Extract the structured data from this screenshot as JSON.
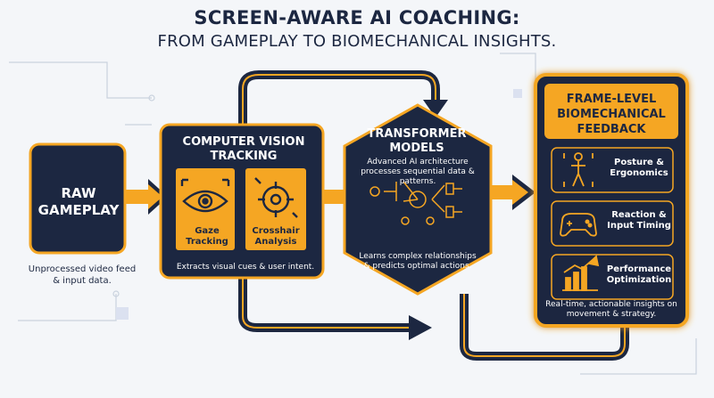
{
  "header": {
    "title": "SCREEN-AWARE AI COACHING:",
    "subtitle": "FROM GAMEPLAY TO BIOMECHANICAL INSIGHTS."
  },
  "raw": {
    "title": "RAW GAMEPLAY",
    "caption": "Unprocessed video feed & input data."
  },
  "cv": {
    "title": "COMPUTER VISION TRACKING",
    "gaze": "Gaze Tracking",
    "crosshair": "Crosshair Analysis",
    "caption": "Extracts visual cues & user intent."
  },
  "transformer": {
    "title": "TRANSFORMER MODELS",
    "description": "Advanced AI architecture processes sequential data & patterns.",
    "caption": "Learns complex relationships & predicts optimal actions."
  },
  "feedback": {
    "title": "FRAME-LEVEL BIOMECHANICAL FEEDBACK",
    "items": [
      "Posture & Ergonomics",
      "Reaction & Input Timing",
      "Performance Optimization"
    ],
    "caption": "Real-time, actionable insights on movement & strategy."
  },
  "colors": {
    "navy": "#1c2741",
    "orange": "#f5a623",
    "background": "#f4f6f9"
  }
}
